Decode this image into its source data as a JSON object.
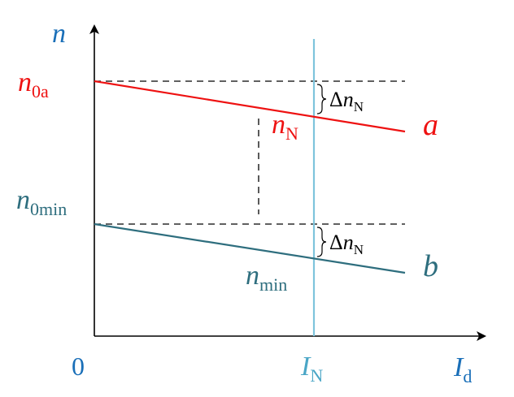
{
  "axes": {
    "y_label_main": "n",
    "x_label_main": "I",
    "x_label_sub": "d",
    "origin_label": "0"
  },
  "speed_points": {
    "n0a_main": "n",
    "n0a_sub": "0a",
    "n0min_main": "n",
    "n0min_sub": "0min",
    "nN_main": "n",
    "nN_sub": "N",
    "nmin_main": "n",
    "nmin_sub": "min"
  },
  "current_marker": {
    "main": "I",
    "sub": "N"
  },
  "drops": {
    "top_delta": "Δ",
    "top_main": "n",
    "top_sub": "N",
    "bottom_delta": "Δ",
    "bottom_main": "n",
    "bottom_sub": "N"
  },
  "curves": {
    "a_label": "a",
    "b_label": "b"
  },
  "colors": {
    "curve_a": "#ee1111",
    "curve_b": "#2e6e7e",
    "rated_current_line": "#7ec4dc",
    "current_label": "#4aa6c6",
    "axis_label_blue": "#1a6fb8",
    "axis": "#000000"
  }
}
